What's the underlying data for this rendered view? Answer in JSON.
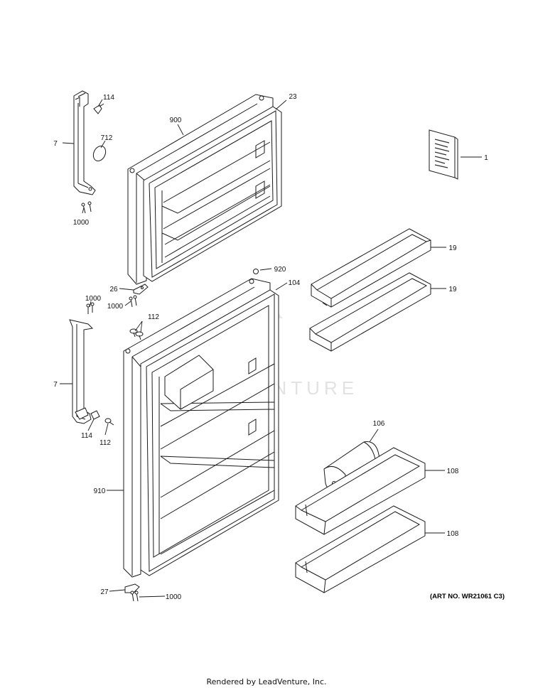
{
  "watermark": "LEADVENTURE",
  "art_number": "(ART NO. WR21061 C3)",
  "footer": "Rendered by LeadVenture, Inc.",
  "callouts": {
    "handle_upper": "7",
    "screw_114_upper": "114",
    "plug_712": "712",
    "screws_1000_upper": "1000",
    "door_900": "900",
    "gasket_23": "23",
    "manual_1": "1",
    "shelf_19_a": "19",
    "shelf_19_b": "19",
    "plug_920": "920",
    "gasket_104": "104",
    "hinge_26": "26",
    "screws_1000_a": "1000",
    "screws_1000_b": "1000",
    "screws_112_a": "112",
    "handle_lower": "7",
    "screw_114_lower": "114",
    "screw_112_lower": "112",
    "door_910": "910",
    "dairy_106": "106",
    "bin_108_a": "108",
    "bin_108_b": "108",
    "hinge_27": "27",
    "screws_1000_bottom": "1000"
  }
}
